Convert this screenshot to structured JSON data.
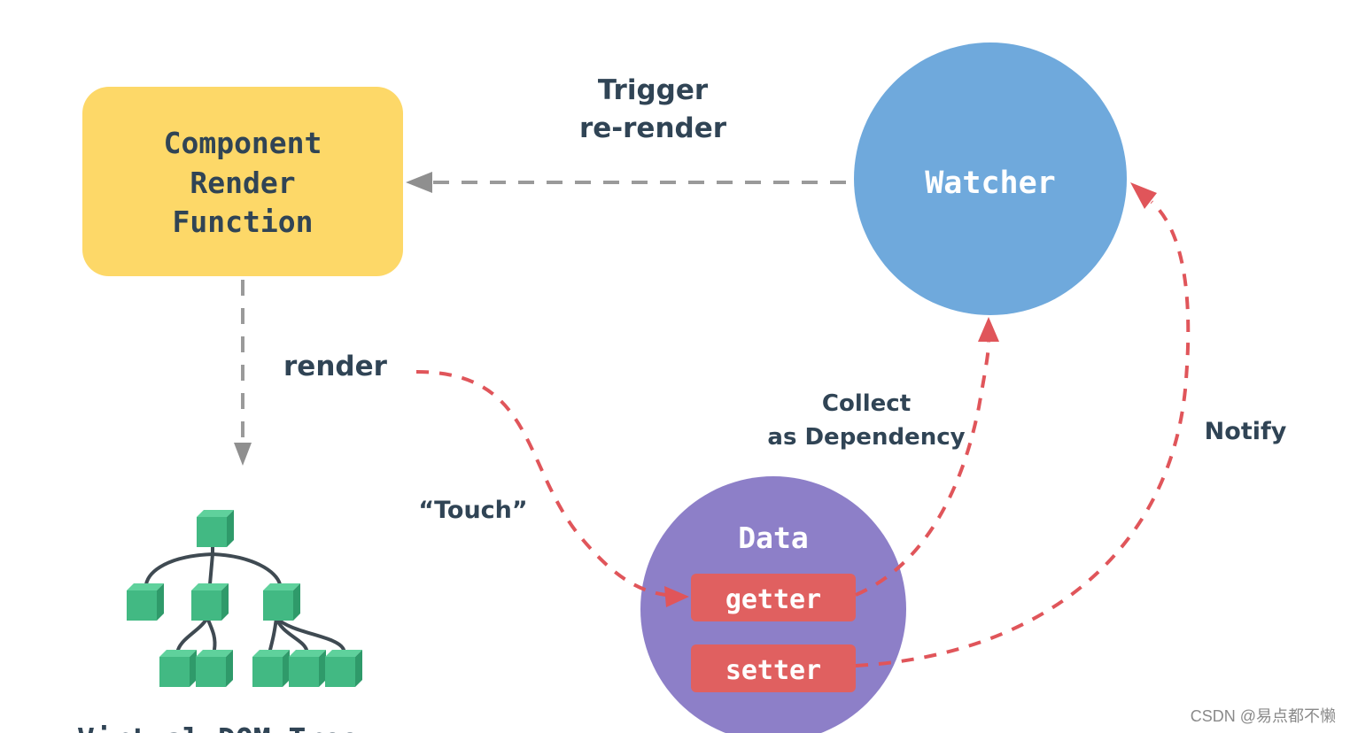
{
  "component_box": {
    "lines": [
      "Component",
      "Render",
      "Function"
    ],
    "color": "#fdd868"
  },
  "watcher": {
    "label": "Watcher",
    "color": "#6fa9dc"
  },
  "data_circle": {
    "label": "Data",
    "color": "#8d7fc8",
    "getter_label": "getter",
    "setter_label": "setter",
    "pill_color": "#e06060"
  },
  "edges": {
    "trigger_rerender": [
      "Trigger",
      "re-render"
    ],
    "render": "render",
    "touch": "“Touch”",
    "collect_dependency": [
      "Collect",
      "as Dependency"
    ],
    "notify": "Notify"
  },
  "virtual_dom_tree": {
    "node_color": "#42b983",
    "caption": "Virtual DOM Tree"
  },
  "watermark": "CSDN @易点都不懒"
}
